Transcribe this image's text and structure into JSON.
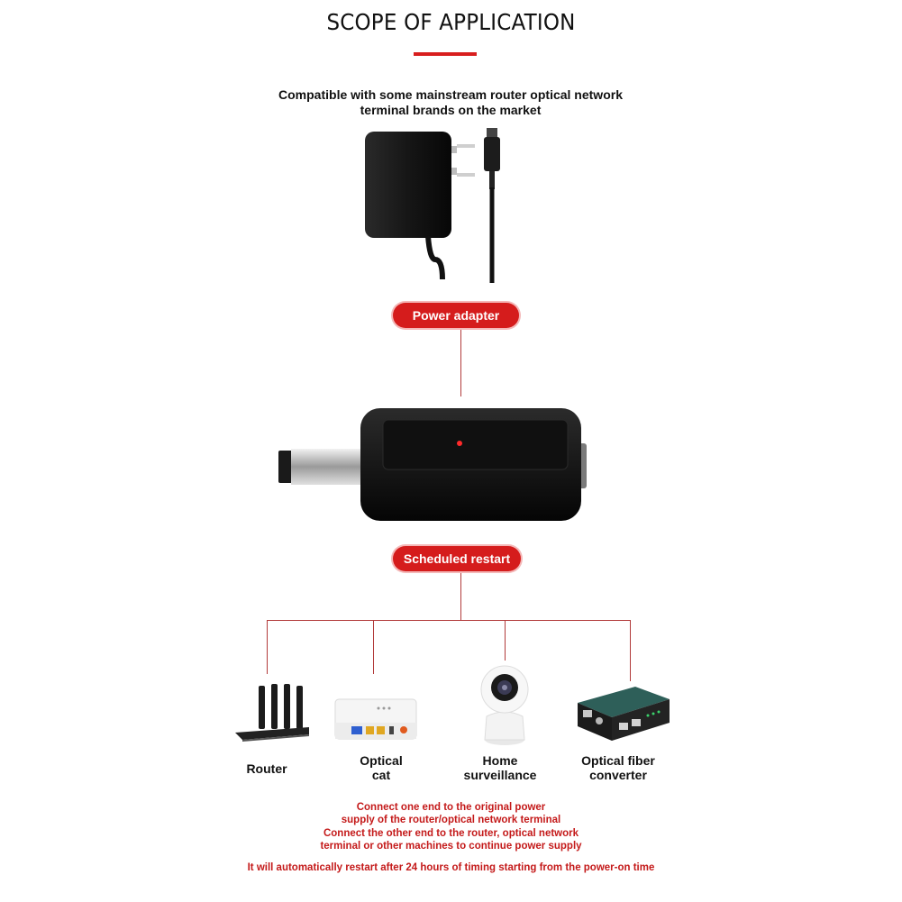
{
  "header": {
    "title": "SCOPE OF APPLICATION",
    "subtitle_line1": "Compatible with some mainstream router optical network",
    "subtitle_line2": "terminal brands on the market"
  },
  "labels": {
    "power_adapter": "Power adapter",
    "scheduled_restart": "Scheduled restart"
  },
  "devices": [
    {
      "name": "router-icon",
      "line1": "Router",
      "line2": ""
    },
    {
      "name": "optical-cat-icon",
      "line1": "Optical",
      "line2": "cat"
    },
    {
      "name": "camera-icon",
      "line1": "Home",
      "line2": "surveillance"
    },
    {
      "name": "fiber-converter-icon",
      "line1": "Optical fiber",
      "line2": "converter"
    }
  ],
  "notes": {
    "n1_line1": "Connect one end to the original power",
    "n1_line2": "supply of the router/optical network terminal",
    "n2_line1": "Connect the other end to the router, optical network",
    "n2_line2": "terminal or other machines to continue power supply",
    "n3": "It will automatically restart after 24 hours of timing starting from the power-on time"
  },
  "colors": {
    "accent": "#d51c1c",
    "line": "#b23a3a",
    "text": "#111111"
  }
}
